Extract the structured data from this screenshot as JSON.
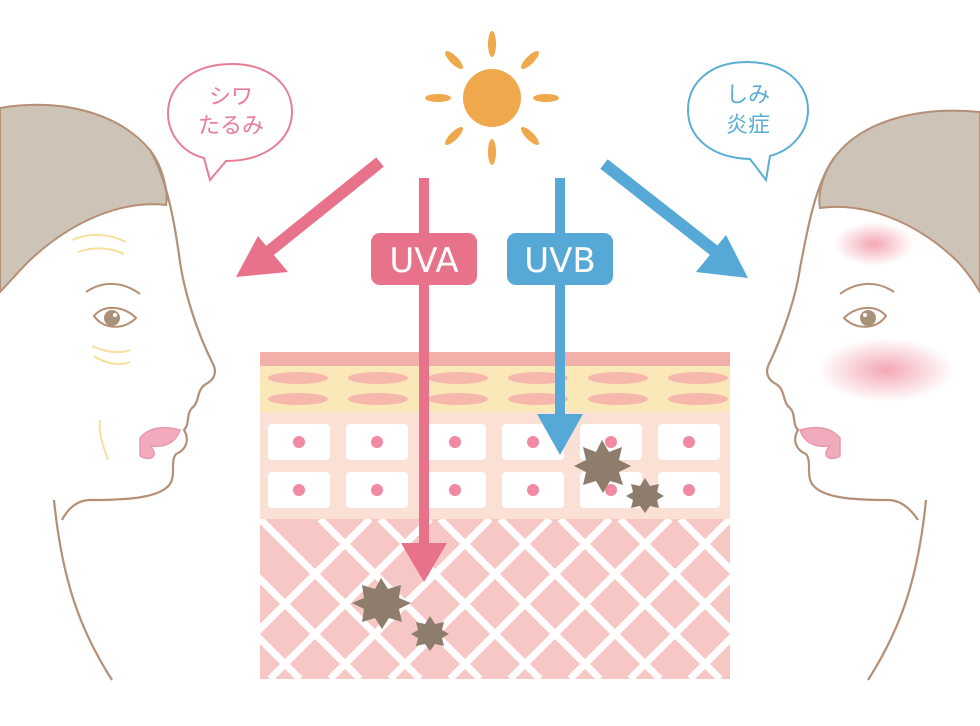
{
  "sun": {
    "icon": "sun-icon"
  },
  "left_bubble": {
    "line1": "シワ",
    "line2": "たるみ",
    "color": "#e87e95"
  },
  "right_bubble": {
    "line1": "しみ",
    "line2": "炎症",
    "color": "#5aaed4"
  },
  "uva": {
    "label": "UVA",
    "color": "#e8728a"
  },
  "uvb": {
    "label": "UVB",
    "color": "#56a9d6"
  },
  "colors": {
    "sun": "#f0a84c",
    "skin_epidermis": "#fbe6dd",
    "skin_top": "#f3b0aa",
    "skin_stripe": "#fbe8b8",
    "dermis": "#f7c7c6",
    "cell_dot": "#ef8aa2",
    "spot": "#8e7d6c",
    "hair": "#cec3b7",
    "line": "#b58f76"
  }
}
